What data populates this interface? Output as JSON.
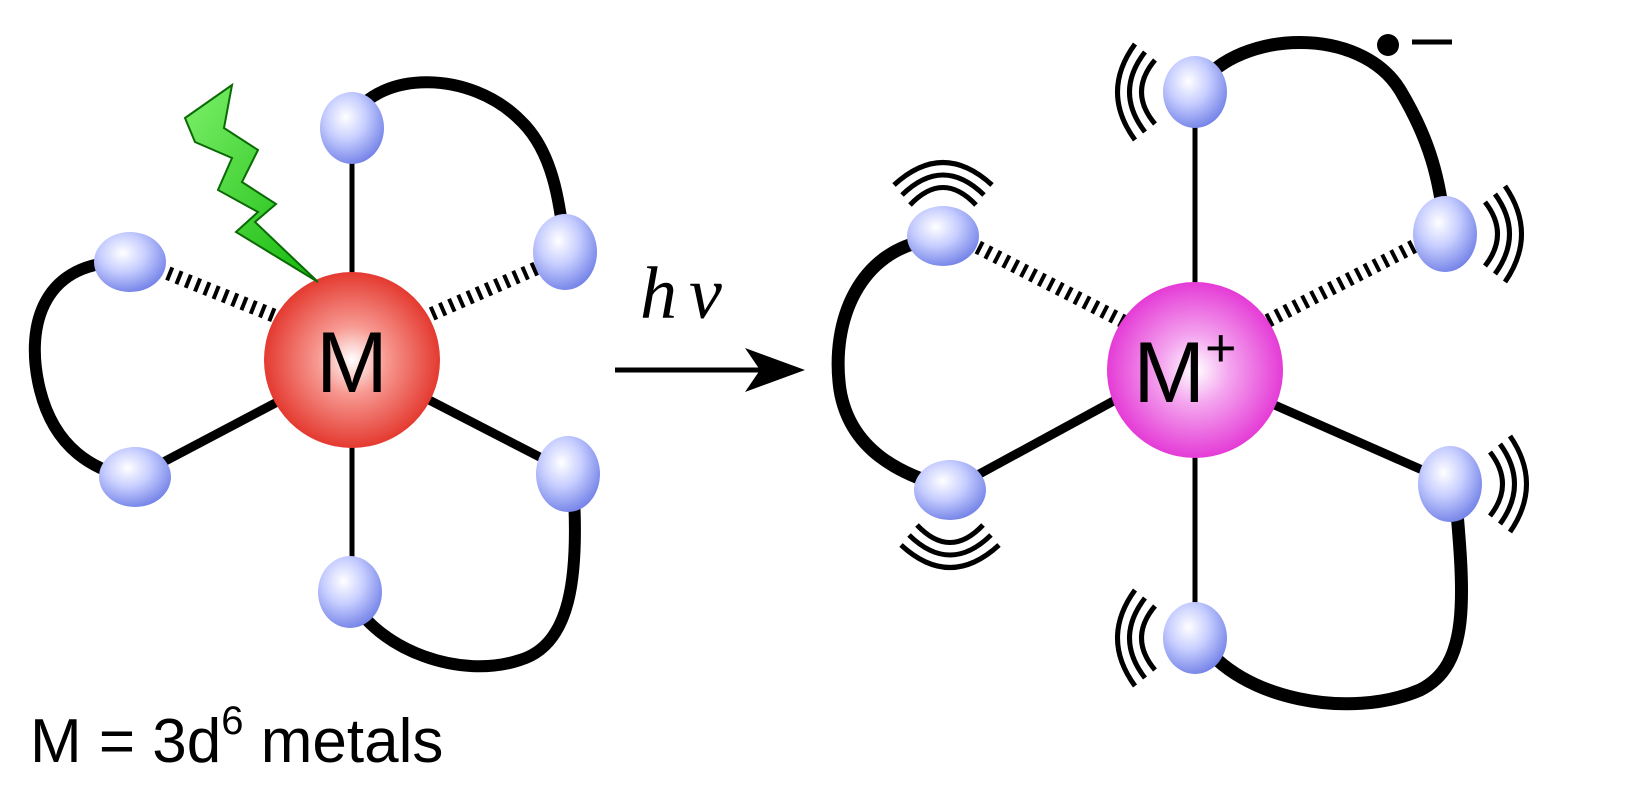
{
  "left_complex": {
    "metal_label": "M",
    "metal_color": "#e5312a",
    "caption_prefix": "M = 3d",
    "caption_superscript": "6",
    "caption_suffix": " metals",
    "excitation_icon": "lightning-bolt-icon",
    "excitation_color": "#2fd11a"
  },
  "arrow": {
    "label_h": "h",
    "label_nu": "ν"
  },
  "right_complex": {
    "metal_label": "M",
    "metal_charge": "+",
    "metal_color": "#e83ed8",
    "radical_anion_label": "•−"
  },
  "ligand_atom_color": "#8a97ee"
}
